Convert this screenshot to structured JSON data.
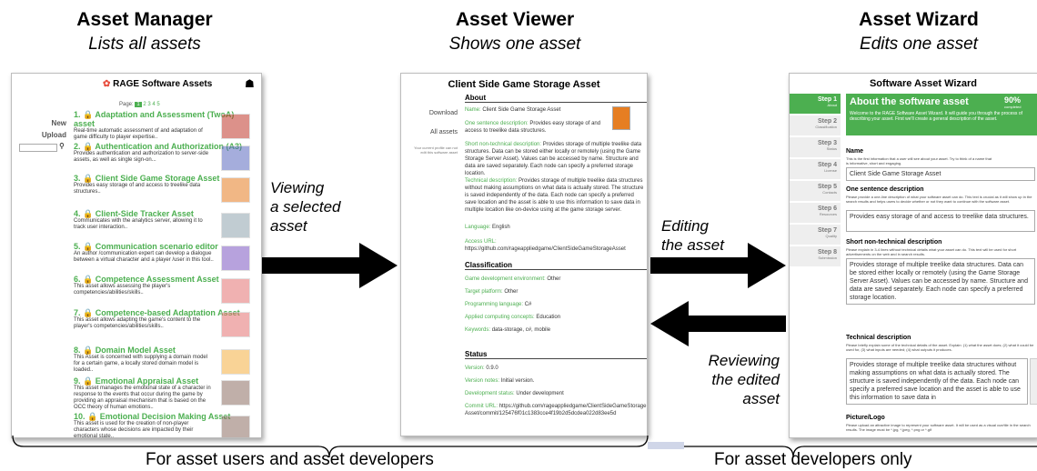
{
  "headers": {
    "manager": {
      "title": "Asset Manager",
      "subtitle": "Lists all assets"
    },
    "viewer": {
      "title": "Asset Viewer",
      "subtitle": "Shows one asset"
    },
    "wizard": {
      "title": "Asset Wizard",
      "subtitle": "Edits one asset"
    }
  },
  "arrow_labels": {
    "viewing": [
      "Viewing",
      "a selected",
      "asset"
    ],
    "editing": [
      "Editing",
      "the asset"
    ],
    "reviewing": [
      "Reviewing",
      "the edited",
      "asset"
    ]
  },
  "footers": {
    "left": "For asset users and asset developers",
    "right": "For asset developers only"
  },
  "manager_shot": {
    "brand": "RAGE Software Assets",
    "page_label": "Page:",
    "pages": [
      "1",
      "2",
      "3",
      "4",
      "5"
    ],
    "side_new": "New",
    "side_upload": "Upload",
    "items": [
      {
        "title": "1. 🔒 Adaptation and Assessment (TwoA) asset",
        "desc": "Real-time automatic assessment of and adaptation of game difficulty to player expertise..",
        "thumb_color": "#c0392b"
      },
      {
        "title": "2. 🔒 Authentication and Authorization (A3)",
        "desc": "Provides authentication and authorization to server-side assets, as well as single sign-on...",
        "thumb_color": "#5c6bc0"
      },
      {
        "title": "3. 🔒 Client Side Game Storage Asset",
        "desc": "Provides easy storage of and access to treelike data structures..",
        "thumb_color": "#e67e22"
      },
      {
        "title": "4. 🔒 Client-Side Tracker Asset",
        "desc": "Communicates with the analytics server, allowing it to track user interaction..",
        "thumb_color": "#90a4ae"
      },
      {
        "title": "5. 🔒 Communication scenario editor",
        "desc": "An author /communication expert can develop a dialogue between a virtual character and a player /user in this tool..",
        "thumb_color": "#7e57c2"
      },
      {
        "title": "6. 🔒 Competence Assessment Asset",
        "desc": "This asset allows assessing the player's competencies/abilities/skills..",
        "thumb_color": "#e57373"
      },
      {
        "title": "7. 🔒 Competence-based Adaptation Asset",
        "desc": "This asset allows adapting the game's content to the player's competencies/abilities/skills..",
        "thumb_color": "#e57373"
      },
      {
        "title": "8. 🔒 Domain Model Asset",
        "desc": "This Asset is concerned with supplying a domain model for a certain game, a locally stored domain model is loaded..",
        "thumb_color": "#f5b041"
      },
      {
        "title": "9. 🔒 Emotional Appraisal Asset",
        "desc": "This asset manages the emotional state of a character in response to the events that occur during the game by providing an appraisal mechanism that is based on the OCC theory of human emotions..",
        "thumb_color": "#8d6e63"
      },
      {
        "title": "10. 🔒 Emotional Decision Making Asset",
        "desc": "This asset is used for the creation of non-player characters whose decisions are impacted by their emotional state..",
        "thumb_color": "#8d6e63"
      }
    ]
  },
  "viewer_shot": {
    "title": "Client Side Game Storage Asset",
    "side_download": "Download",
    "side_all": "All assets",
    "side_note": "Your current profile can not edit this software asset",
    "about": "About",
    "name": {
      "k": "Name:",
      "v": "Client Side Game Storage Asset"
    },
    "one": {
      "k": "One sentence description:",
      "v": "Provides easy storage of and access to treelike data structures."
    },
    "short": {
      "k": "Short non-technical description:",
      "v": "Provides storage of multiple treelike data structures. Data can be stored either locally or remotely (using the Game Storage Server Asset). Values can be accessed by name. Structure and data are saved separately. Each node can specify a preferred storage location."
    },
    "tech": {
      "k": "Technical description:",
      "v": "Provides storage of multiple treelike data structures without making assumptions on what data is actually stored. The structure is saved independently of the data. Each node can specify a preferred save location and the asset is able to use this information to save data in multiple location like on-device using at the game storage server."
    },
    "language": {
      "k": "Language:",
      "v": "English"
    },
    "access": {
      "k": "Access URL:",
      "v": "https://github.com/rageappliedgame/ClientSideGameStorageAsset"
    },
    "classification": "Classification",
    "gde": {
      "k": "Game development environment:",
      "v": "Other"
    },
    "platform": {
      "k": "Target platform:",
      "v": "Other"
    },
    "proglang": {
      "k": "Programming language:",
      "v": "C#"
    },
    "concepts": {
      "k": "Applied computing concepts:",
      "v": "Education"
    },
    "keywords": {
      "k": "Keywords:",
      "v": "data-storage, c#, mobile"
    },
    "status": "Status",
    "version": {
      "k": "Version:",
      "v": "0.9.0"
    },
    "vnotes": {
      "k": "Version notes:",
      "v": "Initial version."
    },
    "dev": {
      "k": "Development status:",
      "v": "Under development"
    },
    "commit": {
      "k": "Commit URL:",
      "v": "https://github.com/rageappliedgame/ClientSideGameStorageAsset/commit/125476f01c1383cce4f19b2d5dcdea022d83ee5d"
    }
  },
  "wizard_shot": {
    "title": "Software Asset Wizard",
    "banner": "About the software asset",
    "percent": "90%",
    "percent_sub": "completed",
    "banner_text": "Welcome to the RAGE Software Asset Wizard. It will guide you through the process of describing your asset. First we'll create a general description of the asset.",
    "steps": [
      {
        "n": "Step 1",
        "s": "About"
      },
      {
        "n": "Step 2",
        "s": "Classification"
      },
      {
        "n": "Step 3",
        "s": "Status"
      },
      {
        "n": "Step 4",
        "s": "License"
      },
      {
        "n": "Step 5",
        "s": "Contacts"
      },
      {
        "n": "Step 6",
        "s": "Resources"
      },
      {
        "n": "Step 7",
        "s": "Quality"
      },
      {
        "n": "Step 8",
        "s": "Submission"
      }
    ],
    "name_label": "Name",
    "name_help": "This is the first information that a user will see about your asset. Try to think of a name that is informative, short and engaging.",
    "name_value": "Client Side Game Storage Asset",
    "one_label": "One sentence description",
    "one_help": "Please provide a one-line description of what your software asset can do. This text is crucial as it will show up in the search results and helps users to decide whether or not they want to continue with the software asset.",
    "one_value": "Provides easy storage of and access to treelike data structures.",
    "short_label": "Short non-technical description",
    "short_help": "Please explain in 3-4 lines without technical details what your asset can do. This text will be used for short advertisements on the web and in search results.",
    "short_value": "Provides storage of multiple treelike data structures. Data can be stored either locally or remotely (using the Game Storage Server Asset). Values can be accessed by name. Structure and data are saved separately. Each node can specify a preferred storage location.",
    "tech_label": "Technical description",
    "tech_help": "Please briefly explain some of the technical details of the asset. Explain: (1) what the asset does; (2) what it could be used for, (3) what inputs are needed; (4) what outputs it produces.",
    "tech_value": "Provides storage of multiple treelike data structures without making assumptions on what data is actually stored. The structure is saved independently of the data. Each node can specify a preferred save location and the asset is able to use this information to save data in",
    "pic_label": "Picture/Logo",
    "pic_help": "Please upload an attractive image to represent your software asset. It will be used as a visual cue/tile in the search results. The image must be *.jpg, *.jpeg, *.png or *.gif"
  }
}
